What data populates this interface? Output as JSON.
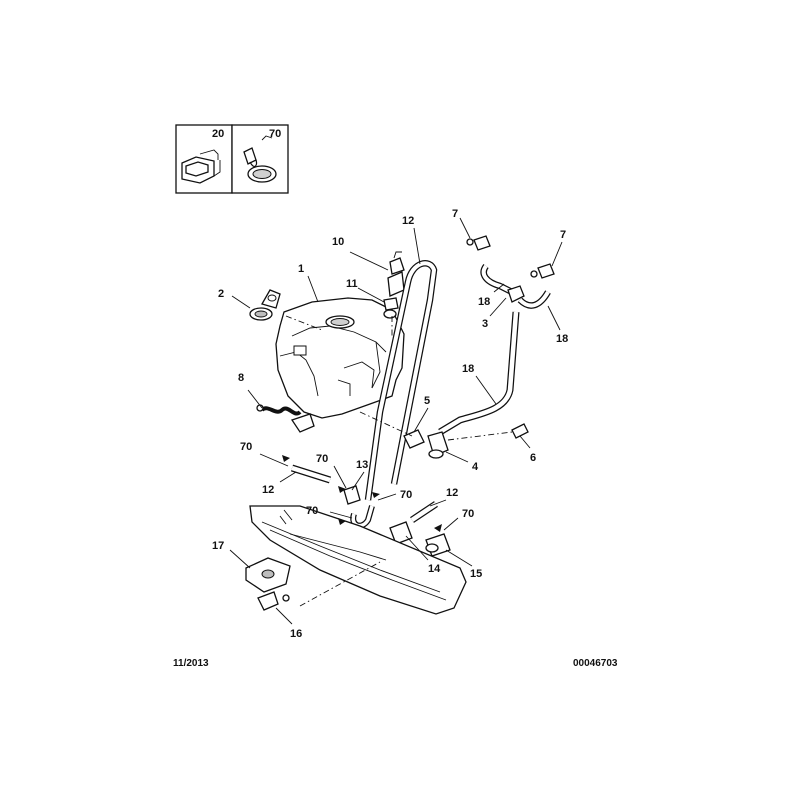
{
  "legend": {
    "boxes": [
      {
        "number": "20",
        "icon": "clip-icon"
      },
      {
        "number": "70",
        "icon": "hose-clamp-icon"
      }
    ]
  },
  "callouts": {
    "c1": "1",
    "c2": "2",
    "c3": "3",
    "c4": "4",
    "c5": "5",
    "c6": "6",
    "c7a": "7",
    "c7b": "7",
    "c8": "8",
    "c10": "10",
    "c11": "11",
    "c12a": "12",
    "c12b": "12",
    "c12c": "12",
    "c13": "13",
    "c14": "14",
    "c15": "15",
    "c16": "16",
    "c17": "17",
    "c18a": "18",
    "c18b": "18",
    "c18c": "18",
    "c70a": "70",
    "c70b": "70",
    "c70c": "70",
    "c70d": "70",
    "c70e": "70"
  },
  "footer": {
    "date": "11/2013",
    "reference": "00046703"
  }
}
